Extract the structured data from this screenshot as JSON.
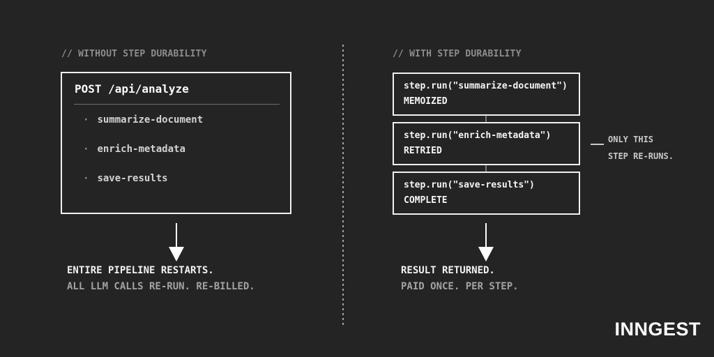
{
  "colors": {
    "background": "#242424",
    "box_border": "#f1f1f1",
    "text_primary": "#f5f5f5",
    "text_muted": "#8d8d8d",
    "text_secondary": "#a3a3a3"
  },
  "left": {
    "header": "// WITHOUT STEP DURABILITY",
    "box": {
      "title": "POST /api/analyze",
      "bullet": "·",
      "steps": [
        "summarize-document",
        "enrich-metadata",
        "save-results"
      ]
    },
    "result_title": "ENTIRE PIPELINE RESTARTS.",
    "result_subtitle": "ALL LLM CALLS RE-RUN. RE-BILLED."
  },
  "right": {
    "header": "// WITH STEP DURABILITY",
    "boxes": [
      {
        "code": "step.run(\"summarize-document\")",
        "status": "MEMOIZED"
      },
      {
        "code": "step.run(\"enrich-metadata\")",
        "status": "RETRIED"
      },
      {
        "code": "step.run(\"save-results\")",
        "status": "COMPLETE"
      }
    ],
    "annotation_line1": "ONLY THIS",
    "annotation_line2": "STEP RE-RUNS.",
    "result_title": "RESULT RETURNED.",
    "result_subtitle": "PAID ONCE. PER STEP."
  },
  "footer": {
    "logo": "INNGEST"
  }
}
